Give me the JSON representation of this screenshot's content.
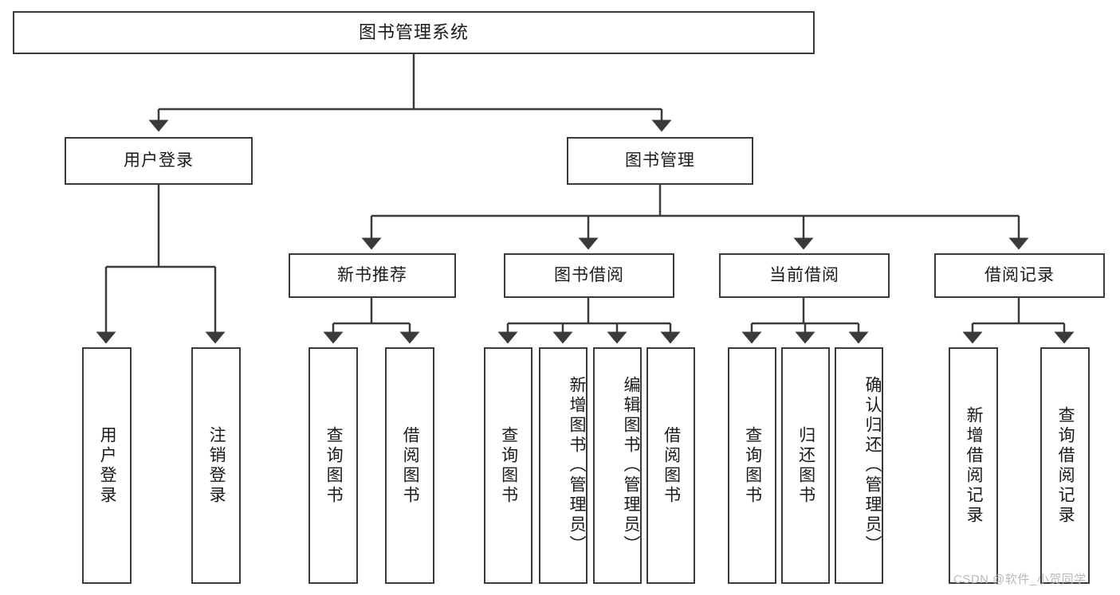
{
  "diagram": {
    "title": "图书管理系统",
    "type": "功能结构图",
    "root": {
      "label": "图书管理系统"
    },
    "level2": [
      {
        "label": "用户登录"
      },
      {
        "label": "图书管理"
      }
    ],
    "level3": [
      {
        "label": "新书推荐"
      },
      {
        "label": "图书借阅"
      },
      {
        "label": "当前借阅"
      },
      {
        "label": "借阅记录"
      }
    ],
    "leaves": {
      "user_login": [
        {
          "label": "用户登录"
        },
        {
          "label": "注销登录"
        }
      ],
      "new_book_recommend": [
        {
          "label": "查询图书"
        },
        {
          "label": "借阅图书"
        }
      ],
      "book_borrow": [
        {
          "label": "查询图书"
        },
        {
          "label": "新增图书（管理员）"
        },
        {
          "label": "编辑图书（管理员）"
        },
        {
          "label": "借阅图书"
        }
      ],
      "current_borrow": [
        {
          "label": "查询图书"
        },
        {
          "label": "归还图书"
        },
        {
          "label": "确认归还（管理员）"
        }
      ],
      "borrow_record": [
        {
          "label": "新增借阅记录"
        },
        {
          "label": "查询借阅记录"
        }
      ]
    }
  },
  "watermark": {
    "text": "CSDN @软件_小贺同学"
  },
  "colors": {
    "stroke": "#3a3a3a",
    "background": "#ffffff",
    "text": "#1a1a1a",
    "watermark": "#b9b9b9"
  }
}
